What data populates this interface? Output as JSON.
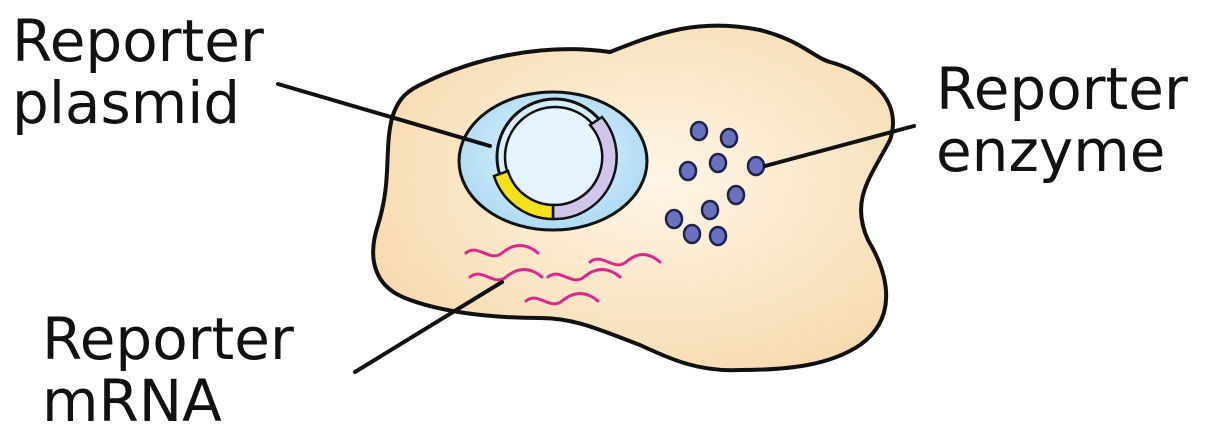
{
  "labels": {
    "plasmid": {
      "line1": "Reporter",
      "line2": "plasmid"
    },
    "enzyme": {
      "line1": "Reporter",
      "line2": "enzyme"
    },
    "mrna": {
      "line1": "Reporter",
      "line2": "mRNA"
    }
  },
  "colors": {
    "cell_fill": "#fbe8c8",
    "cell_stroke": "#111111",
    "nucleus_fill": "#b8dff3",
    "plasmid_inner_fill": "#dcefff",
    "promoter_segment": "#f5e11a",
    "reporter_gene_segment": "#cfc6ea",
    "enzyme_dots": "#6a72c0",
    "mrna_squiggles": "#e0268c",
    "leader_lines": "#111111"
  },
  "counts": {
    "enzyme_dots": 10,
    "mrna_strands": 5
  }
}
